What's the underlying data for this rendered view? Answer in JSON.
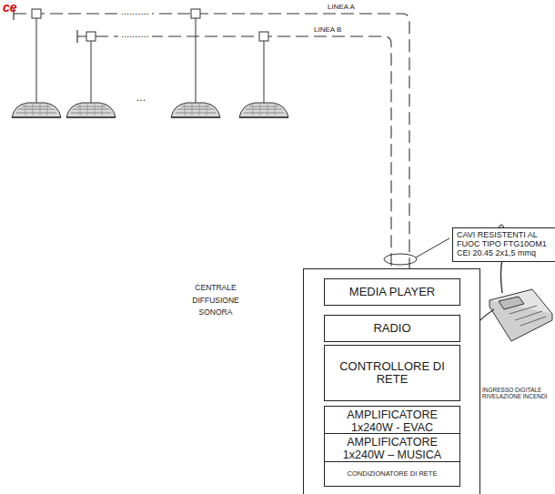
{
  "diagram": {
    "nodes": [
      {
        "text": [
          "CAVI RESISTENTI AL FUOC TIPO FTG10OM1 CEI 20.45 2x1,5 mmq"
        ]
      },
      {
        "text": [
          "CENTRALE DIFFUSIONE SONORA"
        ]
      },
      {
        "text": [
          "MEDIA PLAYER"
        ],
        "in": 1
      },
      {
        "text": [
          "RADIO"
        ],
        "in": 1
      },
      {
        "text": [
          "CONTROLLORE DI RETE"
        ],
        "in": 1
      },
      {
        "text": [
          "AMPLIFICATORE 1x240W - EVAC"
        ],
        "in": 1
      },
      {
        "text": [
          "AMPLIFICATORE 1x240W – MUSICA"
        ],
        "in": 1
      },
      {
        "text": [
          "CONDIZIONATORE DI RETE"
        ],
        "in": 1
      }
    ],
    "edges": [
      {
        "from": 4,
        "to": 5,
        "arrow": "none"
      },
      {
        "from": 5,
        "to": 6,
        "arrow": "none"
      }
    ],
    "labels": [
      "ce",
      "LINEA A",
      "LINEA B",
      "..........",
      "..........",
      "...",
      "INGRESSO DIGITALE RIVELAZIONE INCENDI"
    ]
  }
}
